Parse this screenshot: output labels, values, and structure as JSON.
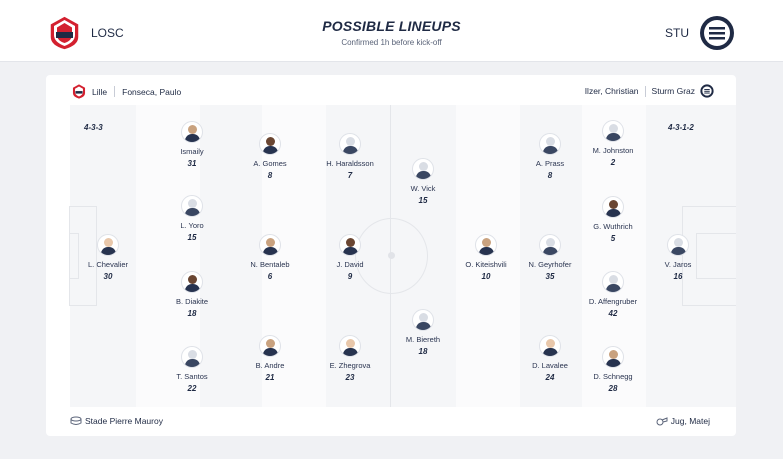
{
  "header": {
    "title": "POSSIBLE LINEUPS",
    "subtitle": "Confirmed 1h before kick-off",
    "home_abbr": "LOSC",
    "away_abbr": "STU"
  },
  "lineup_header": {
    "home_team": "Lille",
    "home_coach": "Fonseca, Paulo",
    "away_coach": "Ilzer, Christian",
    "away_team": "Sturm Graz"
  },
  "formations": {
    "home": "4-3-3",
    "away": "4-3-1-2"
  },
  "home_players": [
    {
      "name": "L. Chevalier",
      "number": "30"
    },
    {
      "name": "Ismaily",
      "number": "31"
    },
    {
      "name": "L. Yoro",
      "number": "15"
    },
    {
      "name": "B. Diakite",
      "number": "18"
    },
    {
      "name": "T. Santos",
      "number": "22"
    },
    {
      "name": "A. Gomes",
      "number": "8"
    },
    {
      "name": "N. Bentaleb",
      "number": "6"
    },
    {
      "name": "B. Andre",
      "number": "21"
    },
    {
      "name": "H. Haraldsson",
      "number": "7"
    },
    {
      "name": "J. David",
      "number": "9"
    },
    {
      "name": "E. Zhegrova",
      "number": "23"
    }
  ],
  "away_players": [
    {
      "name": "W. Vick",
      "number": "15"
    },
    {
      "name": "M. Biereth",
      "number": "18"
    },
    {
      "name": "O. Kiteishvili",
      "number": "10"
    },
    {
      "name": "A. Prass",
      "number": "8"
    },
    {
      "name": "N. Geyrhofer",
      "number": "35"
    },
    {
      "name": "D. Lavalee",
      "number": "24"
    },
    {
      "name": "M. Johnston",
      "number": "2"
    },
    {
      "name": "G. Wuthrich",
      "number": "5"
    },
    {
      "name": "D. Affengruber",
      "number": "42"
    },
    {
      "name": "D. Schnegg",
      "number": "28"
    },
    {
      "name": "V. Jaros",
      "number": "16"
    }
  ],
  "footer": {
    "stadium": "Stade Pierre Mauroy",
    "referee": "Jug, Matej"
  },
  "colors": {
    "home_primary": "#d3202f",
    "away_primary": "#1f2a44",
    "text": "#1f2a44"
  },
  "icons": {
    "stadium": "stadium-icon",
    "referee": "whistle-icon"
  }
}
